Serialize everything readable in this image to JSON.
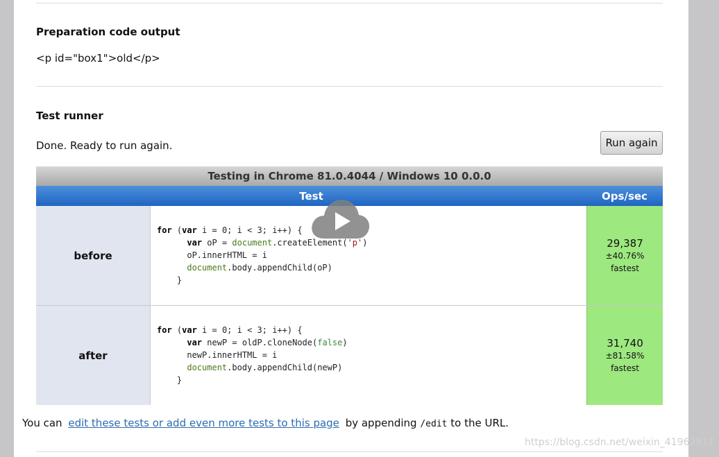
{
  "preparation": {
    "heading": "Preparation code output",
    "output": "<p id=\"box1\">old</p>"
  },
  "runner": {
    "heading": "Test runner",
    "status": "Done. Ready to run again.",
    "run_again_label": "Run again"
  },
  "results": {
    "environment": "Testing in Chrome 81.0.4044 / Windows 10 0.0.0",
    "col_test": "Test",
    "col_ops": "Ops/sec",
    "rows": [
      {
        "name": "before",
        "ops": "29,387",
        "rme": "±40.76%",
        "rank": "fastest",
        "code": {
          "l1_for": "for",
          "l1_var": "var",
          "l1_rest": " i = 0; i < 3; i++) {",
          "l2_var": "var",
          "l2_mid": " oP = ",
          "l2_fn": "document",
          "l2_call": ".createElement(",
          "l2_str": "'p'",
          "l2_end": ")",
          "l3": "oP.innerHTML = i",
          "l4_fn": "document",
          "l4_rest": ".body.appendChild(oP)",
          "l5": "}"
        }
      },
      {
        "name": "after",
        "ops": "31,740",
        "rme": "±81.58%",
        "rank": "fastest",
        "code": {
          "l1_for": "for",
          "l1_var": "var",
          "l1_rest": " i = 0; i < 3; i++) {",
          "l2_var": "var",
          "l2_mid": " newP = oldP.cloneNode(",
          "l2_lit": "false",
          "l2_end": ")",
          "l3": "newP.innerHTML = i",
          "l4_fn": "document",
          "l4_rest": ".body.appendChild(newP)",
          "l5": "}"
        }
      }
    ]
  },
  "footer": {
    "prefix": "You can",
    "link": "edit these tests or add even more tests to this page",
    "middle": "by appending",
    "code": "/edit",
    "suffix": "to the URL."
  },
  "watermark": "https://blog.csdn.net/weixin_41962912",
  "colors": {
    "header_blue": "#2a72cc",
    "fastest_green": "#9ee880",
    "name_cell": "#e1e5ef"
  },
  "icons": {
    "overlay": "play-icon"
  }
}
